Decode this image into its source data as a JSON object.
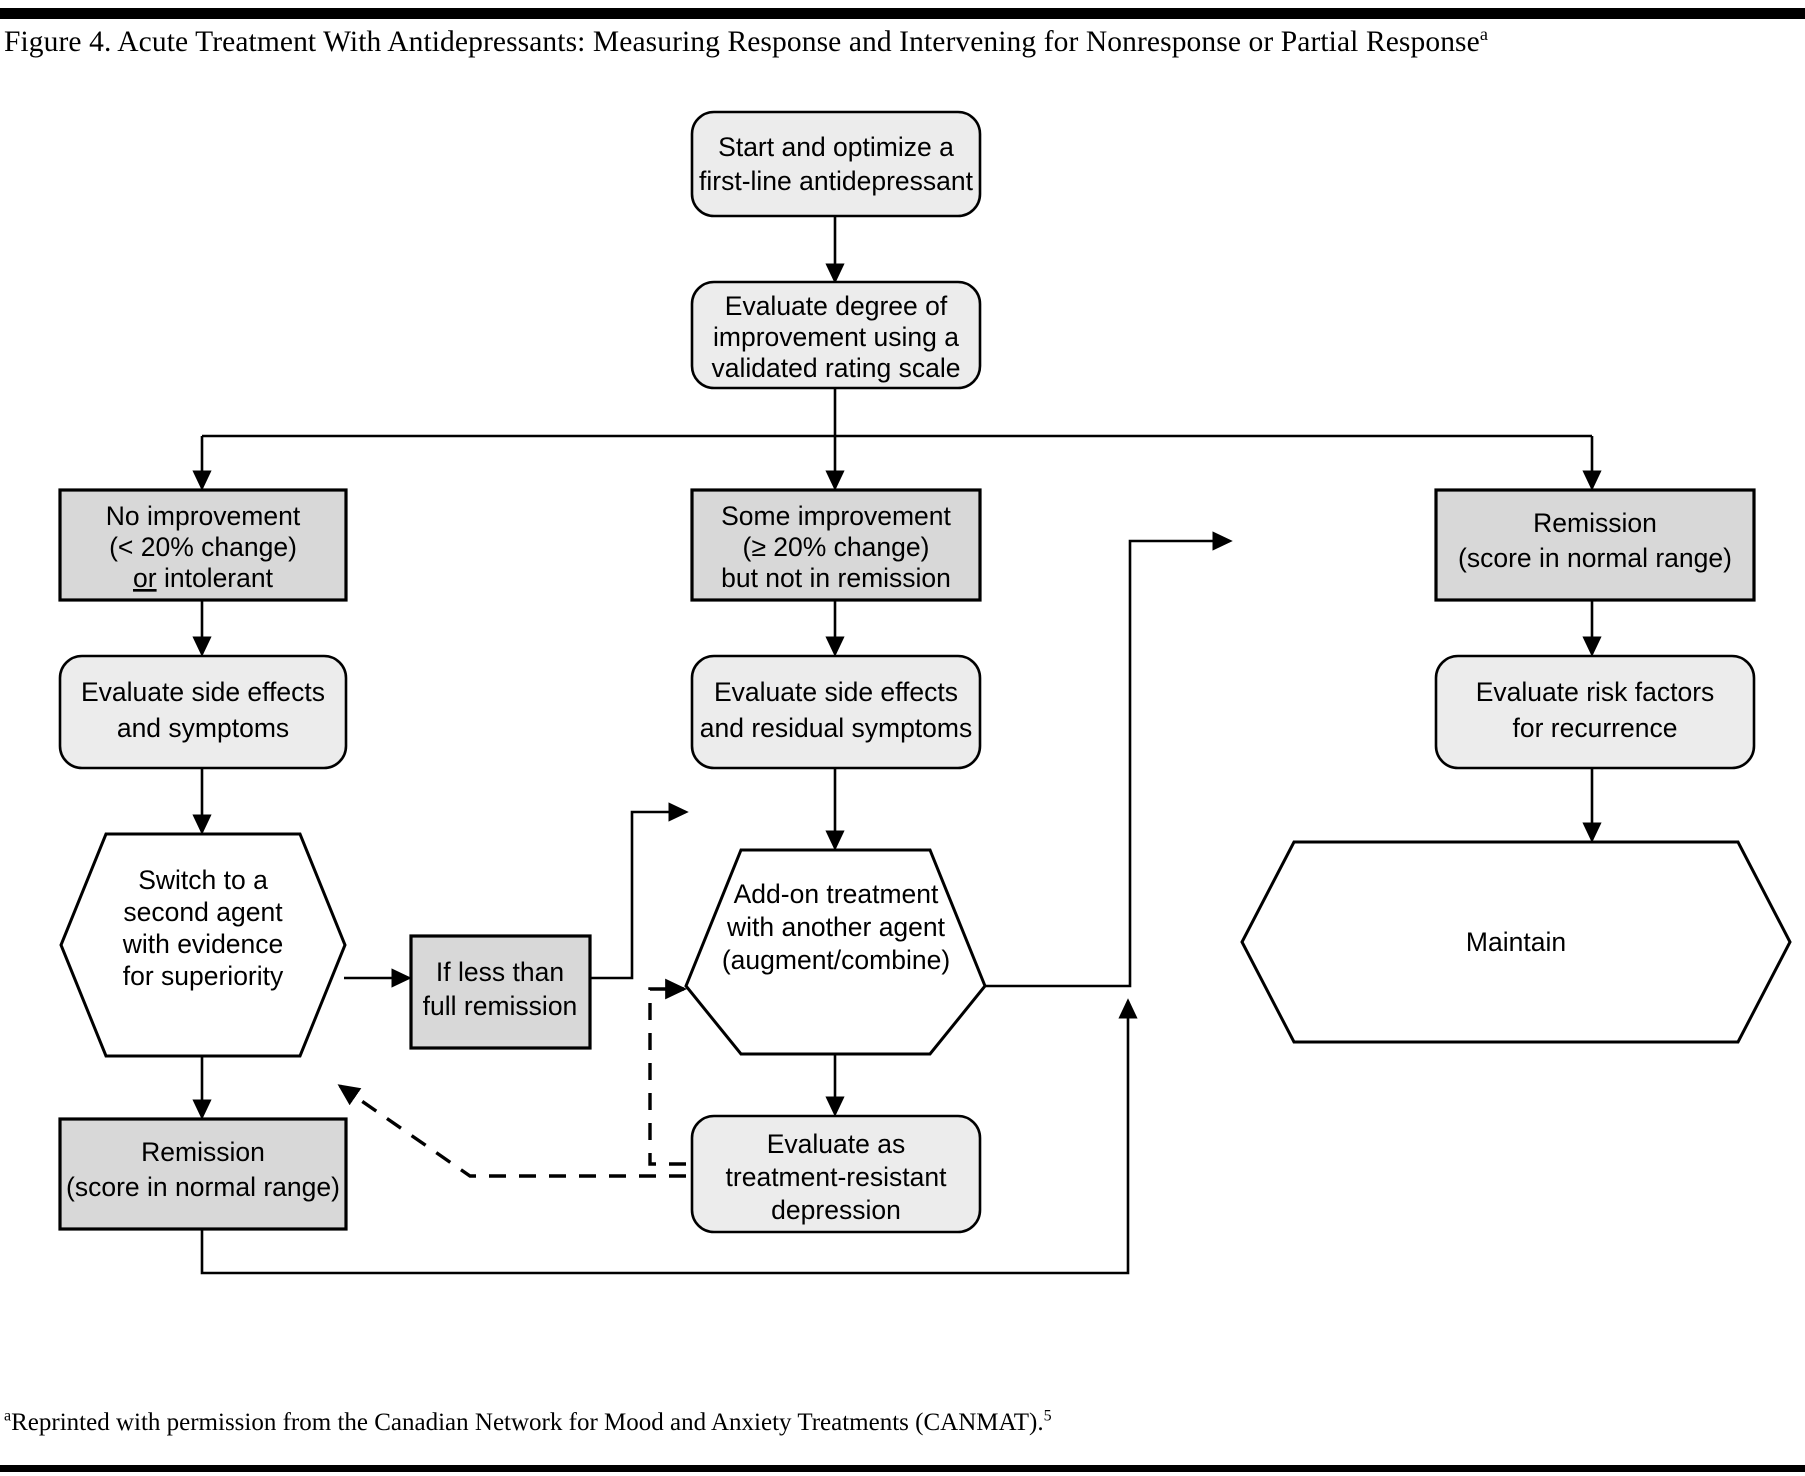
{
  "figure": {
    "title_line1": "Figure 4. Acute Treatment With Antidepressants: Measuring Response and Intervening for Nonresponse or",
    "title_line2": "Partial Response",
    "title_marker": "a",
    "footnote_marker": "a",
    "footnote_text": "Reprinted with permission from the Canadian Network for Mood and Anxiety Treatments (CANMAT).",
    "footnote_ref": "5"
  },
  "colors": {
    "rounded_fill": "#ececec",
    "gray_fill": "#d8d8d8",
    "hex_fill": "#ffffff",
    "stroke": "#000000",
    "page_background": "#ffffff"
  },
  "chart_data": {
    "type": "diagram",
    "subtype": "clinical-decision-flowchart",
    "title": "Acute Treatment With Antidepressants: Measuring Response and Intervening for Nonresponse or Partial Response",
    "node_shapes": {
      "rounded": "process / assessment step (light gray rounded rectangle)",
      "rect": "state / outcome (medium gray rectangle)",
      "hexagon": "action / decision (white hexagon)"
    },
    "nodes": [
      {
        "id": "start",
        "shape": "rounded",
        "lines": [
          "Start and optimize a",
          "first-line antidepressant"
        ]
      },
      {
        "id": "evaluate-degree",
        "shape": "rounded",
        "lines": [
          "Evaluate degree of",
          "improvement using a",
          "validated rating scale"
        ]
      },
      {
        "id": "no-improvement",
        "shape": "rect",
        "lines": [
          "No improvement",
          "(< 20% change)",
          "or intolerant"
        ],
        "underlined_word": "or"
      },
      {
        "id": "some-improvement",
        "shape": "rect",
        "lines": [
          "Some improvement",
          "(≥ 20% change)",
          "but not in remission"
        ]
      },
      {
        "id": "remission-right",
        "shape": "rect",
        "lines": [
          "Remission",
          "(score in normal range)"
        ]
      },
      {
        "id": "eval-side-effects-symptoms",
        "shape": "rounded",
        "lines": [
          "Evaluate side effects",
          "and symptoms"
        ]
      },
      {
        "id": "eval-side-effects-residual",
        "shape": "rounded",
        "lines": [
          "Evaluate side effects",
          "and residual symptoms"
        ]
      },
      {
        "id": "eval-risk-factors",
        "shape": "rounded",
        "lines": [
          "Evaluate risk factors",
          "for recurrence"
        ]
      },
      {
        "id": "switch-agent",
        "shape": "hexagon",
        "lines": [
          "Switch to a",
          "second agent",
          "with evidence",
          "for superiority"
        ]
      },
      {
        "id": "if-less-than",
        "shape": "rect",
        "lines": [
          "If less than",
          "full remission"
        ]
      },
      {
        "id": "add-on",
        "shape": "hexagon",
        "lines": [
          "Add-on treatment",
          "with another agent",
          "(augment/combine)"
        ]
      },
      {
        "id": "maintain",
        "shape": "hexagon",
        "lines": [
          "Maintain"
        ]
      },
      {
        "id": "remission-left",
        "shape": "rect",
        "lines": [
          "Remission",
          "(score in normal range)"
        ]
      },
      {
        "id": "treatment-resistant",
        "shape": "rounded",
        "lines": [
          "Evaluate as",
          "treatment-resistant",
          "depression"
        ]
      }
    ],
    "edges": [
      {
        "from": "start",
        "to": "evaluate-degree",
        "style": "solid"
      },
      {
        "from": "evaluate-degree",
        "to": "no-improvement",
        "style": "solid"
      },
      {
        "from": "evaluate-degree",
        "to": "some-improvement",
        "style": "solid"
      },
      {
        "from": "evaluate-degree",
        "to": "remission-right",
        "style": "solid"
      },
      {
        "from": "no-improvement",
        "to": "eval-side-effects-symptoms",
        "style": "solid"
      },
      {
        "from": "some-improvement",
        "to": "eval-side-effects-residual",
        "style": "solid"
      },
      {
        "from": "remission-right",
        "to": "eval-risk-factors",
        "style": "solid"
      },
      {
        "from": "eval-side-effects-symptoms",
        "to": "switch-agent",
        "style": "solid"
      },
      {
        "from": "eval-side-effects-residual",
        "to": "add-on",
        "style": "solid"
      },
      {
        "from": "eval-risk-factors",
        "to": "maintain",
        "style": "solid"
      },
      {
        "from": "switch-agent",
        "to": "if-less-than",
        "style": "solid"
      },
      {
        "from": "if-less-than",
        "to": "eval-side-effects-residual",
        "style": "solid"
      },
      {
        "from": "switch-agent",
        "to": "remission-left",
        "style": "solid"
      },
      {
        "from": "add-on",
        "to": "treatment-resistant",
        "style": "solid"
      },
      {
        "from": "treatment-resistant",
        "to": "add-on",
        "style": "dashed"
      },
      {
        "from": "treatment-resistant",
        "to": "switch-agent",
        "style": "dashed"
      },
      {
        "from": "add-on",
        "to": "remission-right",
        "style": "solid"
      },
      {
        "from": "remission-left",
        "to": "add-on",
        "style": "solid"
      }
    ]
  },
  "nodes": {
    "start": {
      "l1": "Start and optimize a",
      "l2": "first-line antidepressant"
    },
    "evaluate_degree": {
      "l1": "Evaluate degree of",
      "l2": "improvement using a",
      "l3": "validated rating scale"
    },
    "no_improvement": {
      "l1": "No improvement",
      "l2": "(< 20% change)",
      "l3a": "or",
      "l3b": " intolerant"
    },
    "some_improvement": {
      "l1": "Some improvement",
      "l2": "(≥ 20% change)",
      "l3": "but not in remission"
    },
    "remission_right": {
      "l1": "Remission",
      "l2": "(score in normal range)"
    },
    "eval_side_symptoms": {
      "l1": "Evaluate side effects",
      "l2": "and symptoms"
    },
    "eval_side_residual": {
      "l1": "Evaluate side effects",
      "l2": "and residual symptoms"
    },
    "eval_risk": {
      "l1": "Evaluate risk factors",
      "l2": "for recurrence"
    },
    "switch_agent": {
      "l1": "Switch to a",
      "l2": "second agent",
      "l3": "with evidence",
      "l4": "for superiority"
    },
    "if_less_than": {
      "l1": "If less than",
      "l2": "full remission"
    },
    "add_on": {
      "l1": "Add-on treatment",
      "l2": "with another agent",
      "l3": "(augment/combine)"
    },
    "maintain": {
      "l1": "Maintain"
    },
    "remission_left": {
      "l1": "Remission",
      "l2": "(score in normal range)"
    },
    "treatment_resistant": {
      "l1": "Evaluate as",
      "l2": "treatment-resistant",
      "l3": "depression"
    }
  }
}
